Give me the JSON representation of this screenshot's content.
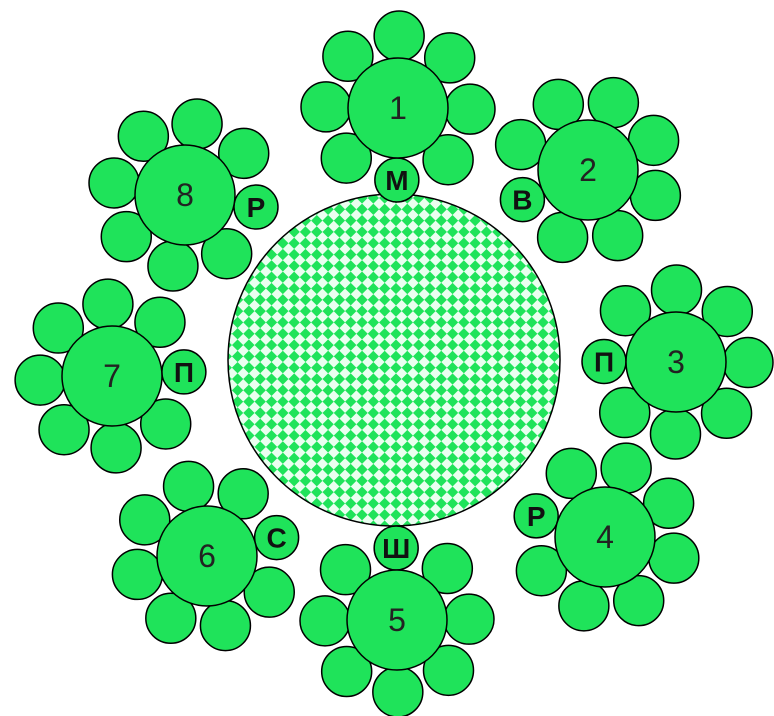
{
  "colors": {
    "petal": "#1fe35a",
    "center_circle": "#1fe35a",
    "pond_pattern_green": "#1fe35a",
    "pond_pattern_light": "#eafff0",
    "outline": "#000000",
    "background": "#ffffff"
  },
  "flowers": [
    {
      "label": "1",
      "petal_count": 8
    },
    {
      "label": "2",
      "petal_count": 8
    },
    {
      "label": "3",
      "petal_count": 8
    },
    {
      "label": "4",
      "petal_count": 8
    },
    {
      "label": "5",
      "petal_count": 8
    },
    {
      "label": "6",
      "petal_count": 8
    },
    {
      "label": "7",
      "petal_count": 8
    },
    {
      "label": "8",
      "petal_count": 8
    }
  ],
  "letter_petals": [
    {
      "flower": "1",
      "letter": "М"
    },
    {
      "flower": "2",
      "letter": "В"
    },
    {
      "flower": "3",
      "letter": "П"
    },
    {
      "flower": "4",
      "letter": "Р"
    },
    {
      "flower": "5",
      "letter": "Ш"
    },
    {
      "flower": "6",
      "letter": "С"
    },
    {
      "flower": "7",
      "letter": "П"
    },
    {
      "flower": "8",
      "letter": "Р"
    }
  ]
}
